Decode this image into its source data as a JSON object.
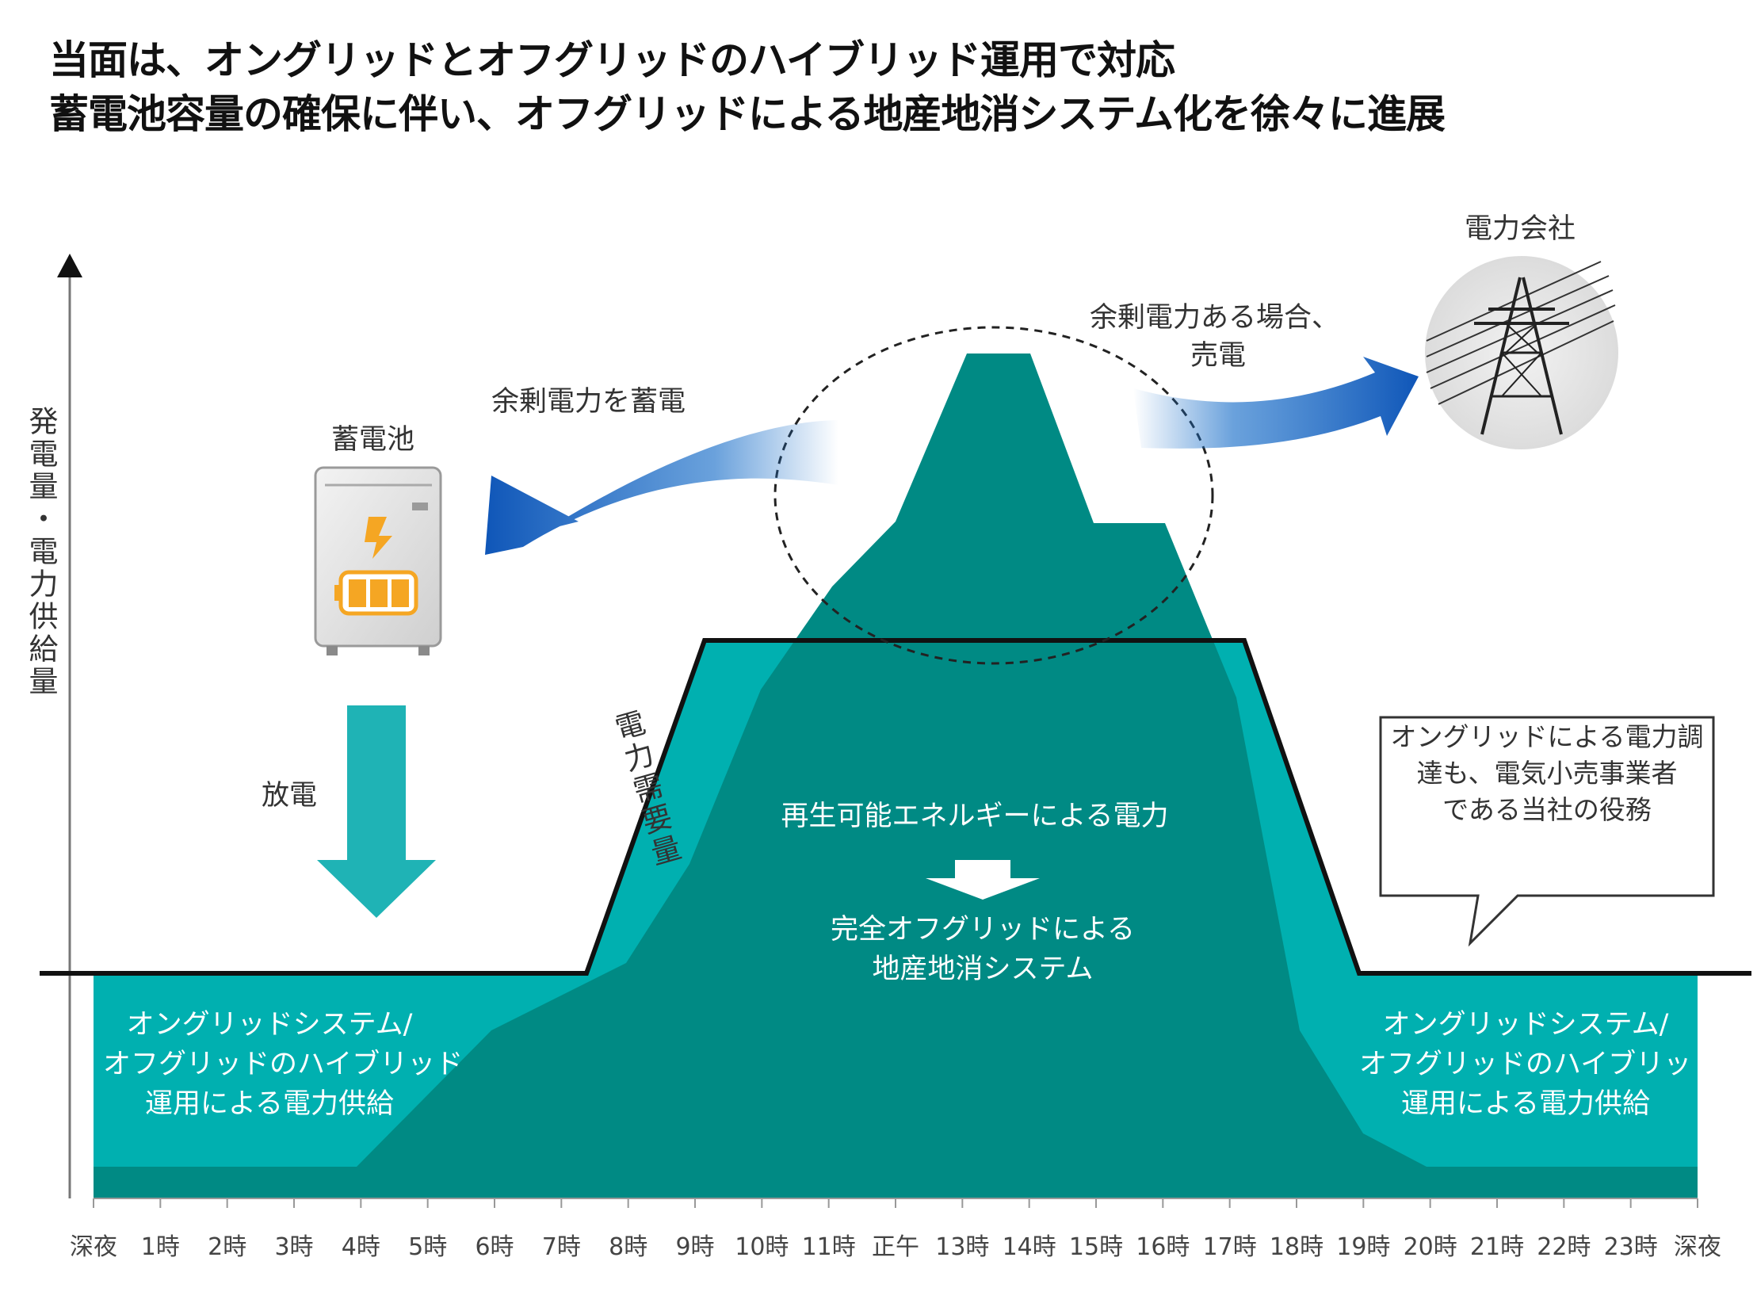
{
  "title": {
    "line1": "当面は、オングリッドとオフグリッドのハイブリッド運用で対応",
    "line2": "蓄電池容量の確保に伴い、オフグリッドによる地産地消システム化を徐々に進展"
  },
  "y_axis_label": "発電量・電力供給量",
  "labels": {
    "battery": "蓄電池",
    "store_surplus": "余剰電力を蓄電",
    "sell_surplus_line1": "余剰電力ある場合、",
    "sell_surplus_line2": "売電",
    "power_company": "電力会社",
    "discharge": "放電",
    "demand": "電力需要量",
    "renewable": "再生可能エネルギーによる電力",
    "offgrid_line1": "完全オフグリッドによる",
    "offgrid_line2": "地産地消システム",
    "hybrid_left_line1": "オングリッドシステム/",
    "hybrid_left_line2": "オフグリッドのハイブリッド",
    "hybrid_left_line3": "運用による電力供給",
    "hybrid_right_line1": "オングリッドシステム/",
    "hybrid_right_line2": "オフグリッドのハイブリッド",
    "hybrid_right_line3": "運用による電力供給",
    "callout_line1": "オングリッドによる電力調",
    "callout_line2": "達も、電気小売事業者",
    "callout_line3": "である当社の役務"
  },
  "x_axis": {
    "ticks": [
      "深夜",
      "1時",
      "2時",
      "3時",
      "4時",
      "5時",
      "6時",
      "7時",
      "8時",
      "9時",
      "10時",
      "11時",
      "正午",
      "13時",
      "14時",
      "15時",
      "16時",
      "17時",
      "18時",
      "19時",
      "20時",
      "21時",
      "22時",
      "23時",
      "深夜"
    ]
  },
  "colors": {
    "teal_light": "#00b0b0",
    "teal_dark": "#008a84",
    "arrow_blue": "#1a6fc9",
    "battery_orange": "#f5a623"
  }
}
